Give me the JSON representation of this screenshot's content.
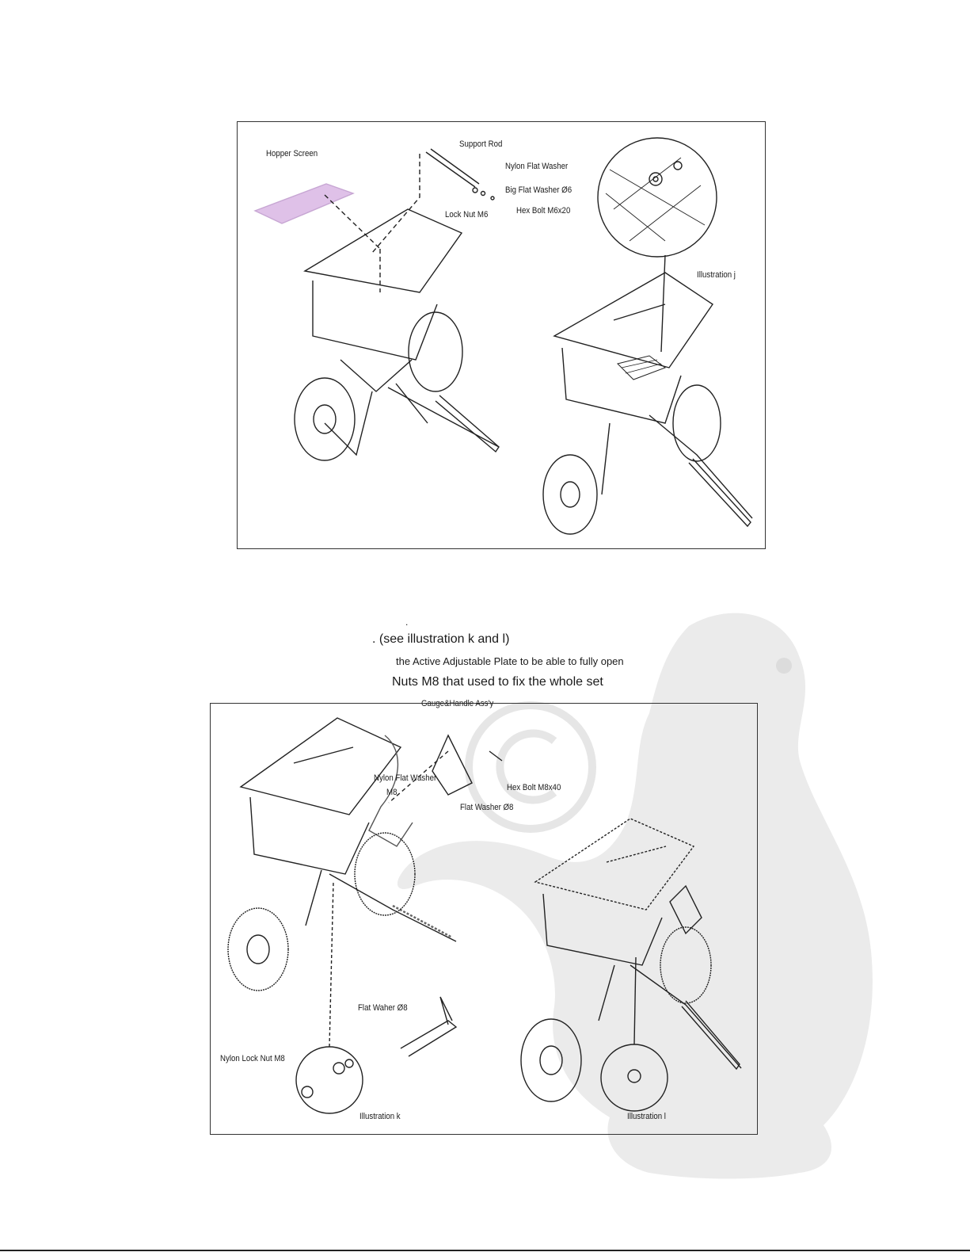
{
  "colors": {
    "ink": "#222222",
    "screen": "#c58fd6",
    "watermark": "#e9e9e9"
  },
  "icons": [
    "copyright-icon",
    "marmot-watermark-icon"
  ],
  "text": {
    "dot": ".",
    "line1": ". (see illustration k and l)",
    "line2": "the Active Adjustable Plate to be able  to fully open",
    "line3": "Nuts M8 that used to fix the whole set"
  },
  "figure_j": {
    "labels": {
      "hopper_screen": "Hopper Screen",
      "support_rod": "Support Rod",
      "nylon_flat_washer": "Nylon Flat Washer",
      "big_flat_washer": "Big Flat Washer Ø6",
      "hex_bolt": "Hex Bolt M6x20",
      "lock_nut": "Lock Nut M6",
      "illustration": "Illustration j"
    }
  },
  "figure_kl": {
    "labels": {
      "gauge_handle": "Gauge&Handle Ass'y",
      "nylon_flat_washer": "Nylon Flat Washer",
      "m8": "M8",
      "hex_bolt": "Hex Bolt M8x40",
      "flat_washer": "Flat Washer Ø8",
      "flat_waher": "Flat Waher Ø8",
      "nylon_lock_nut": "Nylon Lock Nut M8",
      "illustration_k": "Illustration k",
      "illustration_l": "Illustration l"
    }
  }
}
